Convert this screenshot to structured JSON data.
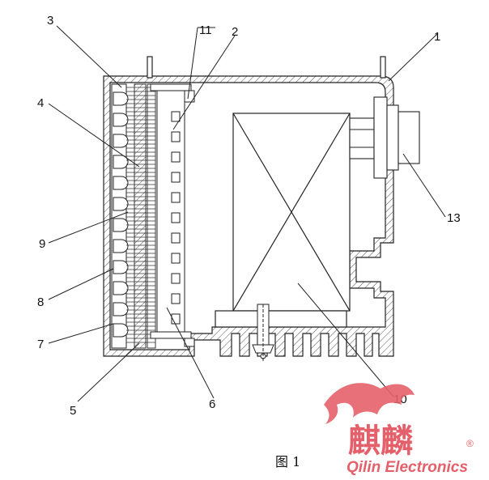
{
  "figure": {
    "caption": "图 1",
    "callouts": [
      {
        "id": "1",
        "text": "1"
      },
      {
        "id": "2",
        "text": "2"
      },
      {
        "id": "3",
        "text": "3"
      },
      {
        "id": "4",
        "text": "4"
      },
      {
        "id": "5",
        "text": "5"
      },
      {
        "id": "6",
        "text": "6"
      },
      {
        "id": "7",
        "text": "7"
      },
      {
        "id": "8",
        "text": "8"
      },
      {
        "id": "9",
        "text": "9"
      },
      {
        "id": "10",
        "text": "10"
      },
      {
        "id": "11",
        "text": "11"
      },
      {
        "id": "13",
        "text": "13"
      }
    ]
  },
  "watermark": {
    "chinese": "麒麟",
    "english": "Qilin Electronics",
    "registered": "®",
    "color": "#e4606a"
  },
  "colors": {
    "line": "#222222",
    "hatch": "#555555"
  }
}
